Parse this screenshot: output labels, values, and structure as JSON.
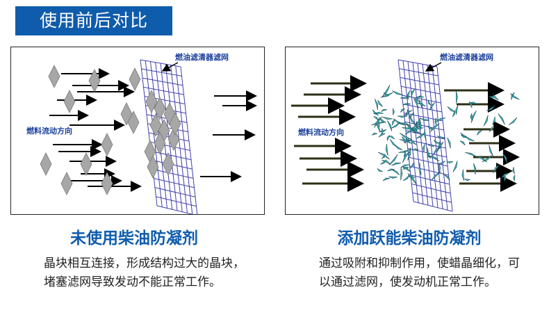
{
  "header": {
    "title": "使用前后对比"
  },
  "left": {
    "filter_label": "燃油滤清器滤网",
    "flow_label": "燃料流动方向",
    "caption_title": "未使用柴油防凝剂",
    "caption_desc": "晶块相互连接，形成结构过大的晶块，堵塞滤网导致发动不能正常工作。"
  },
  "right": {
    "filter_label": "燃油滤清器滤网",
    "flow_label": "燃料流动方向",
    "caption_title": "添加跃能柴油防凝剂",
    "caption_desc": "通过吸附和抑制作用，使蜡晶细化，可以通过滤网，使发动机正常工作。"
  },
  "colors": {
    "brand_blue": "#0f5cad",
    "grid_blue": "#3f3fb0",
    "crystal_gray": "#a7a7a7",
    "crystal_teal": "#3ebdc5",
    "arrow_right": "#2c2f14"
  }
}
